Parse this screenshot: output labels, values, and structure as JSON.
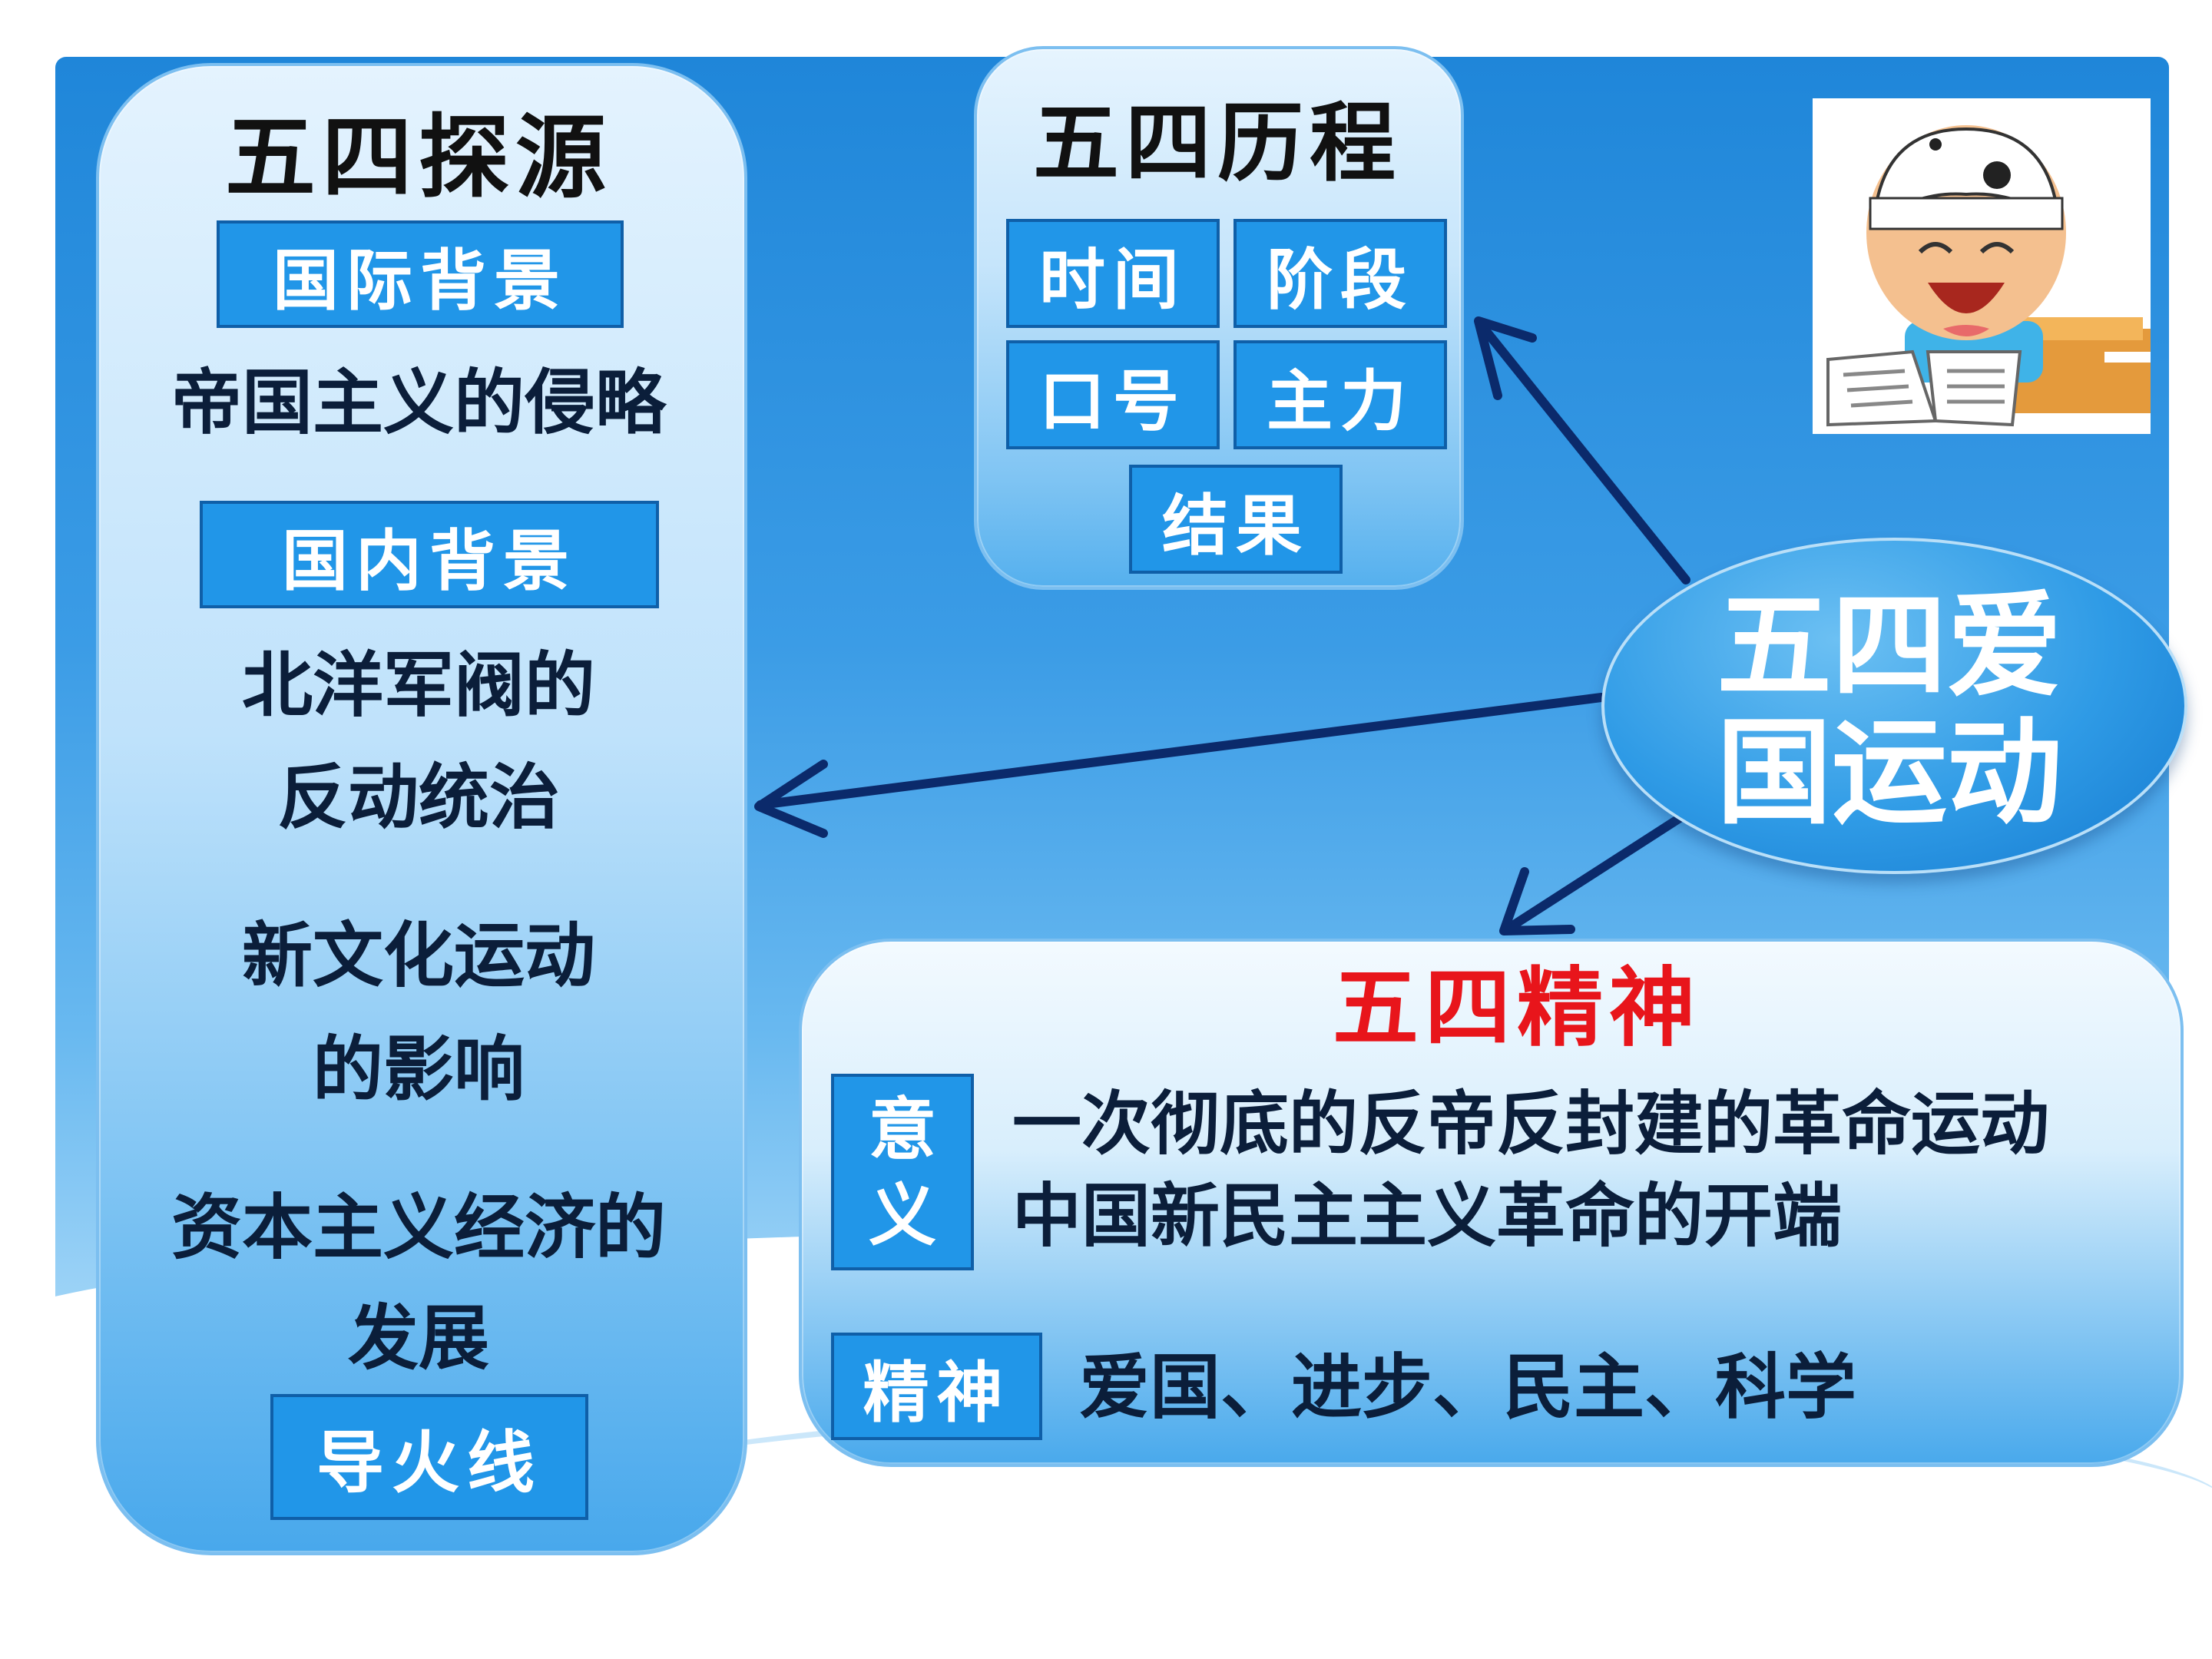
{
  "center": {
    "title_line1": "五四爱",
    "title_line2": "国运动"
  },
  "origin": {
    "title": "五四探源",
    "international_label": "国际背景",
    "imperialism": "帝国主义的侵略",
    "domestic_label": "国内背景",
    "warlords_line1": "北洋军阀的",
    "warlords_line2": "反动统治",
    "new_culture_line1": "新文化运动",
    "new_culture_line2": "的影响",
    "capitalism_line1": "资本主义经济的",
    "capitalism_line2": "发展",
    "fuse_label": "导火线"
  },
  "process": {
    "title": "五四历程",
    "boxes": [
      "时间",
      "阶段",
      "口号",
      "主力",
      "结果"
    ]
  },
  "spirit": {
    "title": "五四精神",
    "meaning_label_1": "意",
    "meaning_label_2": "义",
    "meaning_line1": "一次彻底的反帝反封建的革命运动",
    "meaning_line2": "中国新民主主义革命的开端",
    "spirit_label": "精神",
    "spirit_text": "爱国、进步、民主、科学"
  },
  "colors": {
    "accent_red": "#e8151b",
    "arrow": "#0b2a6b",
    "box_blue": "#2196e8"
  }
}
